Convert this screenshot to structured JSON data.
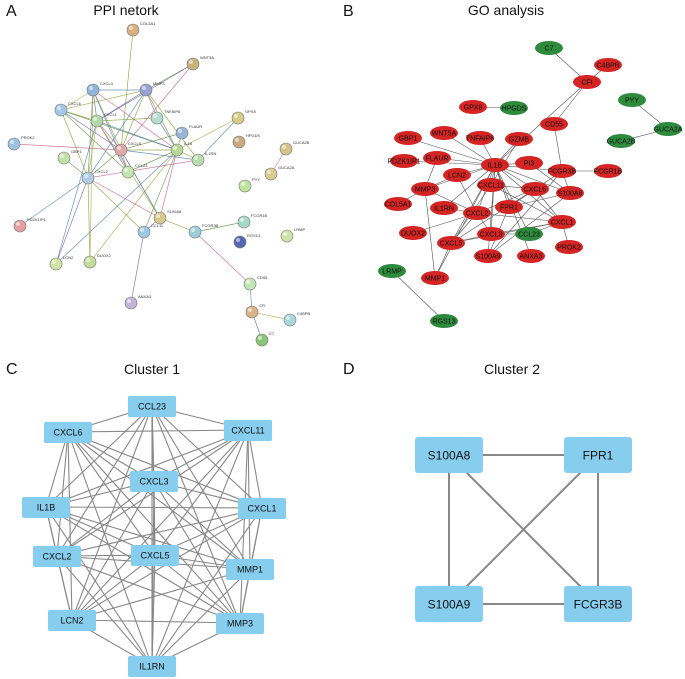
{
  "panels": {
    "a": {
      "letter": "A",
      "title": "PPI netork"
    },
    "b": {
      "letter": "B",
      "title": "GO analysis"
    },
    "c": {
      "letter": "C",
      "title": "Cluster 1"
    },
    "d": {
      "letter": "D",
      "title": "Cluster 2"
    }
  },
  "colors": {
    "go_red": "#d42424",
    "go_green": "#2e8b3e",
    "cluster_node": "#87cdee",
    "edge": "#888888"
  },
  "ppi": {
    "nodes": [
      {
        "id": "COL3A1",
        "color": "#d6b080"
      },
      {
        "id": "WNT5A",
        "color": "#c9b27a"
      },
      {
        "id": "MMP3",
        "color": "#9aa0d6"
      },
      {
        "id": "CXCL3",
        "color": "#8fb6d8"
      },
      {
        "id": "CXCL6",
        "color": "#a4c8e8"
      },
      {
        "id": "CXCL1",
        "color": "#b5d8a8"
      },
      {
        "id": "TNFAIP6",
        "color": "#b6dcd0"
      },
      {
        "id": "FLAUR",
        "color": "#9ab6d6"
      },
      {
        "id": "GPX8",
        "color": "#d8cc8a"
      },
      {
        "id": "HPGDS",
        "color": "#c8aa82"
      },
      {
        "id": "PROK2",
        "color": "#9cc2e0"
      },
      {
        "id": "CXCL5",
        "color": "#e0a8a8"
      },
      {
        "id": "IL1B",
        "color": "#b8d898"
      },
      {
        "id": "IL1RN",
        "color": "#b8dcb0"
      },
      {
        "id": "GUCA2B",
        "color": "#d4c48c"
      },
      {
        "id": "GUCA2A",
        "color": "#d6cc90"
      },
      {
        "id": "GBP1",
        "color": "#c4e0a8"
      },
      {
        "id": "CXCL2",
        "color": "#b0cce8"
      },
      {
        "id": "CCL23",
        "color": "#c4e4b0"
      },
      {
        "id": "S100A8",
        "color": "#d8c88c"
      },
      {
        "id": "FCGR3B",
        "color": "#9cd0d8"
      },
      {
        "id": "FCGR1B",
        "color": "#a6d8c8"
      },
      {
        "id": "PYY",
        "color": "#c0e4a0"
      },
      {
        "id": "RGS13",
        "color": "#5868b0"
      },
      {
        "id": "LRMP",
        "color": "#cce4a8"
      },
      {
        "id": "PDZK1IP1",
        "color": "#e4a0a0"
      },
      {
        "id": "LCN2",
        "color": "#d4e4a4"
      },
      {
        "id": "DUOX2",
        "color": "#c4dc9c"
      },
      {
        "id": "CCL11",
        "color": "#a0c8e0"
      },
      {
        "id": "ANXA3",
        "color": "#c4b4d8"
      },
      {
        "id": "CD55",
        "color": "#c4e4b8"
      },
      {
        "id": "CFI",
        "color": "#d6b486"
      },
      {
        "id": "C4BPB",
        "color": "#a8d8d8"
      },
      {
        "id": "C7",
        "color": "#8cc478"
      }
    ]
  },
  "go": {
    "red_nodes": [
      "CFI",
      "C4BPB",
      "GPX8",
      "CD55",
      "GBP1",
      "WNT5A",
      "TNFAIP6",
      "GZMB",
      "PDZK1IP1",
      "FLAUR",
      "IL1B",
      "PI3",
      "FCGR3B",
      "FCGR1B",
      "MMP3",
      "LCN2",
      "CXCL11",
      "CXCL6",
      "S100A8",
      "COL5A1",
      "IL1RN",
      "FPR1",
      "CXCL1",
      "CXCL2",
      "DUOX2",
      "CXCL5",
      "CXCL3",
      "PROK2",
      "S100A9",
      "ANXA3",
      "MMP1"
    ],
    "green_nodes": [
      "C7",
      "HPGDS",
      "PYY",
      "GUCA2A",
      "GUCA2B",
      "CCL23",
      "LRMP",
      "RGS13"
    ]
  },
  "cluster1": {
    "nodes": [
      "CCL23",
      "CXCL6",
      "CXCL11",
      "CXCL3",
      "IL1B",
      "CXCL1",
      "CXCL2",
      "CXCL5",
      "MMP1",
      "LCN2",
      "MMP3",
      "IL1RN"
    ]
  },
  "cluster2": {
    "nodes": [
      "S100A8",
      "FPR1",
      "S100A9",
      "FCGR3B"
    ]
  }
}
